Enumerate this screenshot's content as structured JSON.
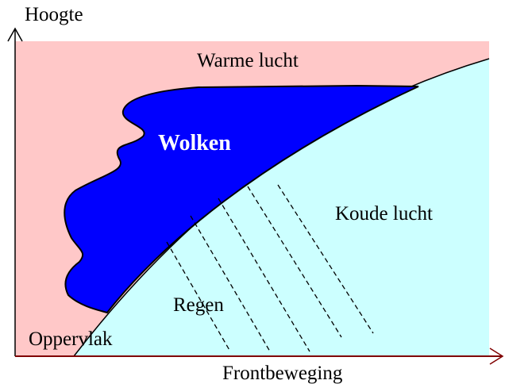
{
  "labels": {
    "y_axis": "Hoogte",
    "x_axis": "Frontbeweging",
    "warm_air": "Warme lucht",
    "clouds": "Wolken",
    "cold_air": "Koude lucht",
    "rain": "Regen",
    "surface": "Oppervlak"
  },
  "colors": {
    "warm_air": "#ffc8c8",
    "cold_air": "#ccffff",
    "clouds": "#0000ff",
    "clouds_text": "#ffffff",
    "x_axis": "#800000",
    "y_axis": "#000000",
    "rain": "#000000"
  }
}
